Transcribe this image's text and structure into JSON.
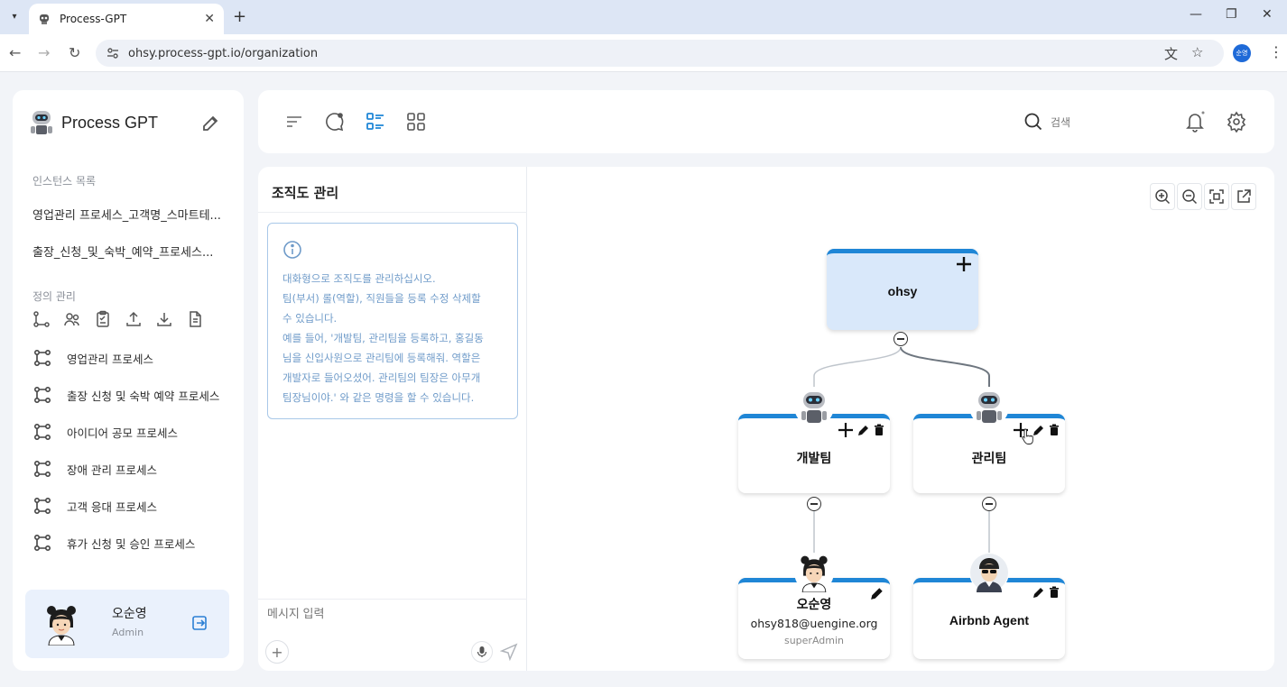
{
  "browser": {
    "tab_title": "Process-GPT",
    "url": "ohsy.process-gpt.io/organization",
    "profile_label": "순영"
  },
  "sidebar": {
    "brand": "Process GPT",
    "instances_label": "인스턴스 목록",
    "instances": [
      "영업관리 프로세스_고객명_스마트테...",
      "출장_신청_및_숙박_예약_프로세스..."
    ],
    "definitions_label": "정의 관리",
    "processes": [
      "영업관리 프로세스",
      "출장 신청 및 숙박 예약 프로세스",
      "아이디어 공모 프로세스",
      "장애 관리 프로세스",
      "고객 응대 프로세스",
      "휴가 신청 및 승인 프로세스"
    ],
    "user": {
      "name": "오순영",
      "role": "Admin"
    }
  },
  "topbar": {
    "search_placeholder": "검색"
  },
  "chat": {
    "title": "조직도 관리",
    "info_lines": [
      "대화형으로 조직도를 관리하십시오.",
      "팀(부서) 롤(역할), 직원들을 등록 수정 삭제할",
      "수 있습니다.",
      "예를 들어, '개발팀, 관리팀을 등록하고, 홍길동",
      "님을 신입사원으로 관리팀에 등록해줘. 역할은",
      "개발자로 들어오셨어. 관리팀의 팀장은 아무개",
      "팀장님이야.' 와 같은 명령을 할 수 있습니다."
    ],
    "input_placeholder": "메시지 입력"
  },
  "org": {
    "root": {
      "name": "ohsy"
    },
    "teams": [
      {
        "name": "개발팀"
      },
      {
        "name": "관리팀"
      }
    ],
    "members": [
      {
        "name": "오순영",
        "email": "ohsy818@uengine.org",
        "role": "superAdmin"
      },
      {
        "name": "Airbnb Agent"
      }
    ]
  },
  "colors": {
    "accent": "#1f86d6",
    "root_bg": "#d9e8fa",
    "info_border": "#a9c8e8",
    "info_text": "#6f9bc9"
  }
}
